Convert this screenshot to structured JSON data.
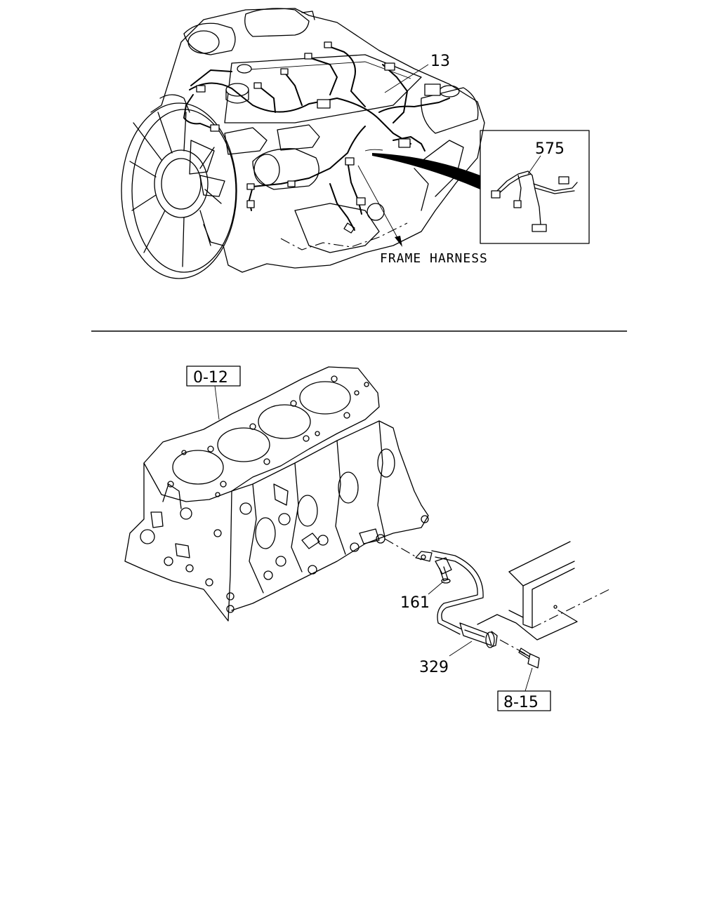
{
  "callouts": {
    "wiring_harness": "13",
    "harness_detail": "575",
    "frame_harness": "FRAME HARNESS",
    "cylinder_block_ref": "0-12",
    "bolt": "161",
    "sensor": "329",
    "bolt_ref": "8-15"
  }
}
